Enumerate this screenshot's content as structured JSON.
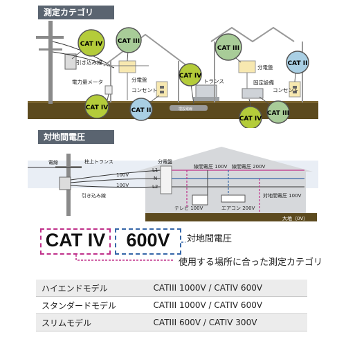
{
  "section1": {
    "title": "測定カテゴリ",
    "labels": {
      "service_drop": "引き込み線",
      "meter": "電力量メータ",
      "panel_left": "分電盤",
      "outlet_left": "コンセント",
      "transformer": "トランス",
      "underground": "埋設電線",
      "panel_right": "分電盤",
      "fixed_equipment": "固定設備",
      "outlet_right": "コンセント"
    },
    "bubbles": {
      "b1": "CAT IV",
      "b2": "CAT III",
      "b3": "CAT IV",
      "b4": "CAT II",
      "b5": "CAT IV",
      "b6": "CAT III",
      "b7": "CAT II",
      "b8": "CAT IV",
      "b9": "CAT III"
    }
  },
  "section2": {
    "title": "対地間電圧",
    "labels": {
      "power_line": "電線",
      "pole_transformer": "柱上トランス",
      "service_drop": "引き込み線",
      "v100_top": "100V",
      "v100_bottom": "100V",
      "panel": "分電盤",
      "l1": "L1",
      "n": "N",
      "l2": "L2",
      "line_100": "線間電圧 100V",
      "line_200": "線間電圧 200V",
      "tv": "テレビ 100V",
      "aircon": "エアコン 200V",
      "ground_voltage": "対地間電圧 100V",
      "earth": "大地（0V）"
    }
  },
  "rating": {
    "category": "CAT IV",
    "voltage": "600V",
    "voltage_label": "対地間電圧",
    "category_label": "使用する場所に合った測定カテゴリ"
  },
  "colors": {
    "cat_iv": "#b4cc3a",
    "cat_iii": "#a8cc98",
    "cat_ii": "#a9cfe4",
    "header": "#5a6470",
    "magenta": "#c0308a",
    "blue": "#3566a8",
    "ground": "#5c4a1e"
  },
  "models": [
    {
      "name": "ハイエンドモデル",
      "spec": "CATIII 1000V  /  CATIV 600V"
    },
    {
      "name": "スタンダードモデル",
      "spec": "CATIII 1000V  /  CATIV 600V"
    },
    {
      "name": "スリムモデル",
      "spec": "CATIII 600V  /  CATIV 300V"
    }
  ]
}
